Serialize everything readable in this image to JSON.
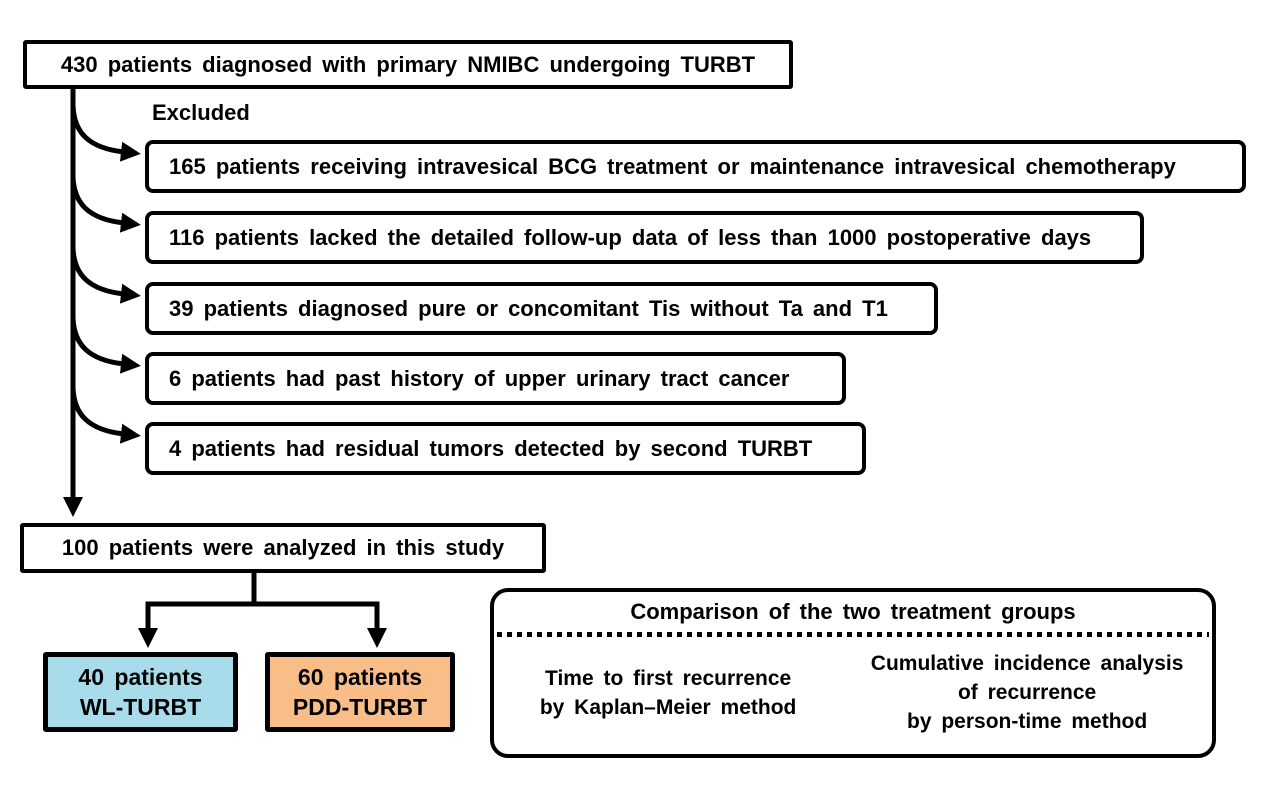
{
  "flowchart": {
    "top_box": {
      "label": "430 patients diagnosed with primary NMIBC undergoing TURBT"
    },
    "excluded_label": "Excluded",
    "exclusions": [
      {
        "label": "165 patients receiving intravesical BCG treatment or maintenance intravesical chemotherapy"
      },
      {
        "label": "116 patients lacked the detailed follow-up data of less than 1000 postoperative days"
      },
      {
        "label": "39 patients diagnosed pure or concomitant Tis without Ta and T1"
      },
      {
        "label": "6 patients had past history of upper urinary tract cancer"
      },
      {
        "label": "4 patients had residual tumors detected by second TURBT"
      }
    ],
    "analyzed_box": {
      "label": "100 patients were analyzed in this study"
    },
    "groups": [
      {
        "count": "40 patients",
        "name": "WL-TURBT",
        "color": "#a9dcea"
      },
      {
        "count": "60 patients",
        "name": "PDD-TURBT",
        "color": "#f9bd88"
      }
    ],
    "comparison": {
      "title": "Comparison of the two treatment groups",
      "methods": [
        {
          "lines": [
            "Time to first recurrence",
            "by Kaplan–Meier method"
          ]
        },
        {
          "lines": [
            "Cumulative incidence analysis",
            "of recurrence",
            "by person-time method"
          ]
        }
      ]
    },
    "colors": {
      "line": "#000000",
      "background": "#ffffff"
    }
  }
}
